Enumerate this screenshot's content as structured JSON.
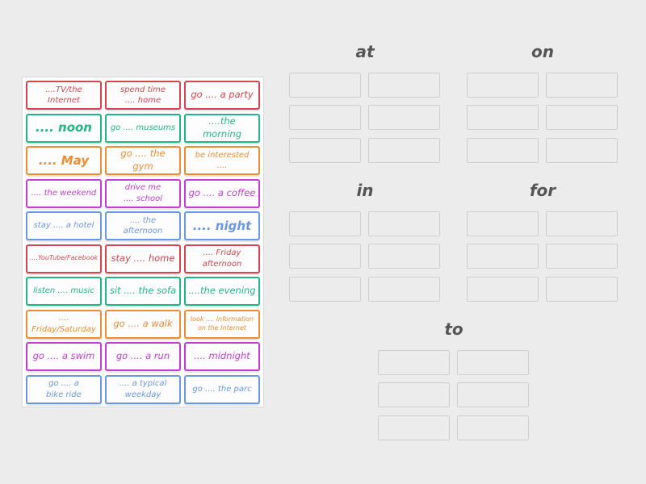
{
  "colors": {
    "red": "#d9434e",
    "green": "#21b784",
    "orange": "#ef8c2f",
    "purple": "#c53bd6",
    "blue": "#6a97e6",
    "heading": "#555555"
  },
  "cards": [
    {
      "text": "....TV/the\nInternet",
      "color": "red",
      "size": "s"
    },
    {
      "text": "spend time\n.... home",
      "color": "red",
      "size": "s"
    },
    {
      "text": "go .... a party",
      "color": "red",
      "size": "m"
    },
    {
      "text": ".... noon",
      "color": "green",
      "size": "l"
    },
    {
      "text": "go .... museums",
      "color": "green",
      "size": "s"
    },
    {
      "text": "....the morning",
      "color": "green",
      "size": "m"
    },
    {
      "text": ".... May",
      "color": "orange",
      "size": "l"
    },
    {
      "text": "go .... the gym",
      "color": "orange",
      "size": "m"
    },
    {
      "text": "be interested\n....",
      "color": "orange",
      "size": "s"
    },
    {
      "text": ".... the weekend",
      "color": "purple",
      "size": "s"
    },
    {
      "text": "drive me\n.... school",
      "color": "purple",
      "size": "s"
    },
    {
      "text": "go .... a coffee",
      "color": "purple",
      "size": "m"
    },
    {
      "text": "stay .... a hotel",
      "color": "blue",
      "size": "s"
    },
    {
      "text": ".... the\nafternoon",
      "color": "blue",
      "size": "s"
    },
    {
      "text": ".... night",
      "color": "blue",
      "size": "l"
    },
    {
      "text": "....YouTube/Facebook",
      "color": "red",
      "size": "xs"
    },
    {
      "text": "stay .... home",
      "color": "red",
      "size": "m"
    },
    {
      "text": ".... Friday\nafternoon",
      "color": "red",
      "size": "s"
    },
    {
      "text": "listen .... music",
      "color": "green",
      "size": "s"
    },
    {
      "text": "sit .... the sofa",
      "color": "green",
      "size": "m"
    },
    {
      "text": "....the evening",
      "color": "green",
      "size": "m"
    },
    {
      "text": "....\nFriday/Saturday",
      "color": "orange",
      "size": "s"
    },
    {
      "text": "go .... a walk",
      "color": "orange",
      "size": "m"
    },
    {
      "text": "look .... information\non the Internet",
      "color": "orange",
      "size": "xs"
    },
    {
      "text": "go .... a swim",
      "color": "purple",
      "size": "m"
    },
    {
      "text": "go .... a run",
      "color": "purple",
      "size": "m"
    },
    {
      "text": ".... midnight",
      "color": "purple",
      "size": "m"
    },
    {
      "text": "go .... a\nbike ride",
      "color": "blue",
      "size": "s"
    },
    {
      "text": ".... a typical\nweekday",
      "color": "blue",
      "size": "s"
    },
    {
      "text": "go .... the parc",
      "color": "blue",
      "size": "s"
    }
  ],
  "groups": [
    {
      "key": "at",
      "title": "at"
    },
    {
      "key": "on",
      "title": "on"
    },
    {
      "key": "in",
      "title": "in"
    },
    {
      "key": "for",
      "title": "for"
    },
    {
      "key": "to",
      "title": "to"
    }
  ]
}
